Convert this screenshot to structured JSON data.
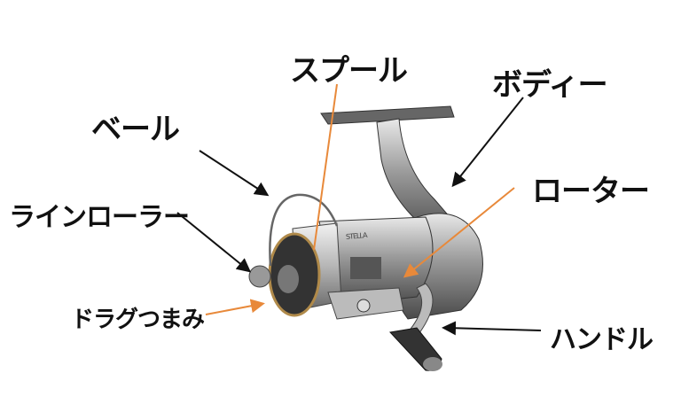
{
  "labels": {
    "spool": "スプール",
    "body": "ボディー",
    "bail": "ベール",
    "rotor": "ローター",
    "line_roller": "ラインローラー",
    "drag_knob": "ドラグつまみ",
    "handle": "ハンドル"
  },
  "reel_brand": "STELLA",
  "colors": {
    "black_arrow": "#111111",
    "orange_arrow": "#e8893a"
  }
}
